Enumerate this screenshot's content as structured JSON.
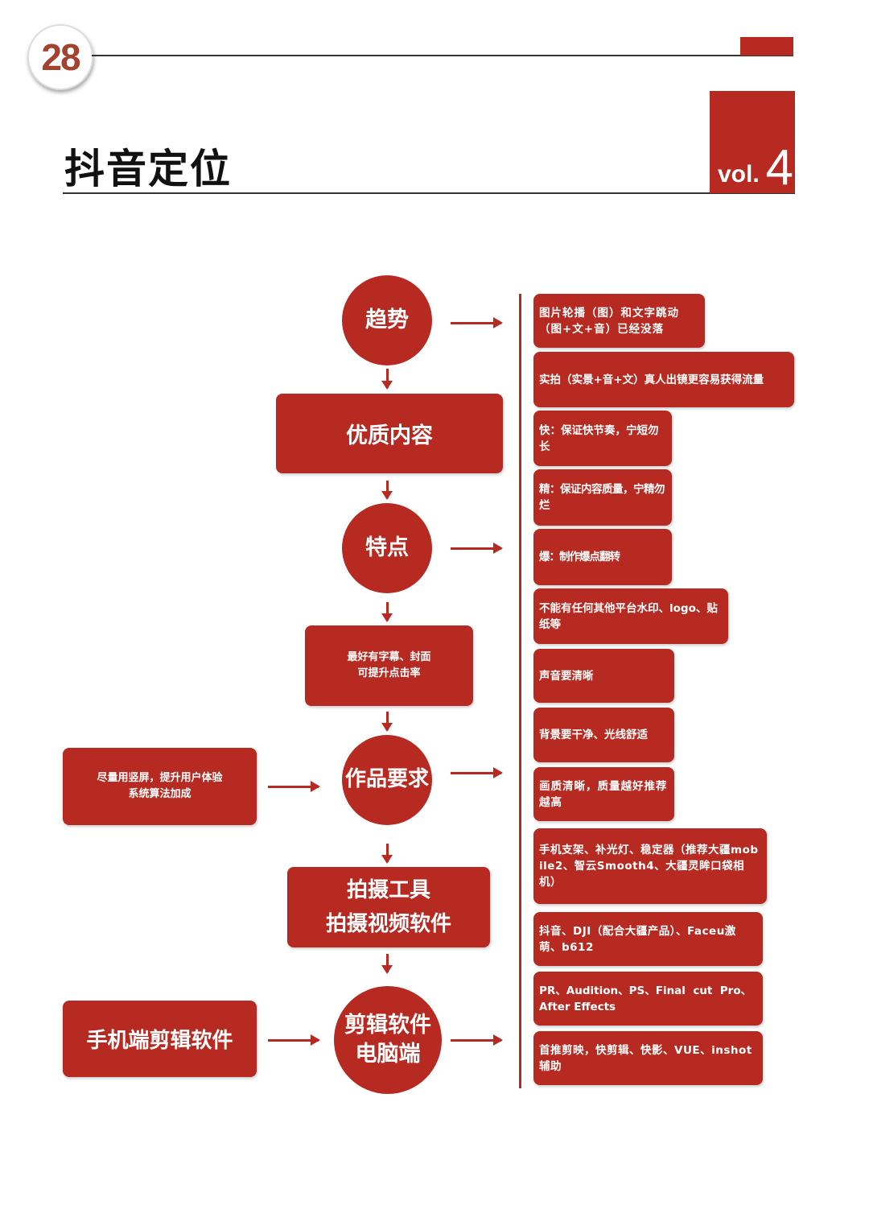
{
  "header": {
    "page_number": "28",
    "title": "抖音定位",
    "vol_label": "vol.",
    "vol_number": "4"
  },
  "flow": {
    "trend": "趋势",
    "quality": "优质内容",
    "features": "特点",
    "subtitle_tip": [
      "最好有字幕、封面",
      "可提升点击率"
    ],
    "requirements": "作品要求",
    "vertical_tip": [
      "尽量用竖屏，提升用户体验",
      "系统算法加成"
    ],
    "shooting": [
      "拍摄工具",
      "拍摄视频软件"
    ],
    "editing": [
      "剪辑软件",
      "电脑端"
    ],
    "mobile_editing": "手机端剪辑软件"
  },
  "details": [
    "图片轮播（图）和文字跳动（图+文+音）已经没落",
    "实拍（实景+音+文）真人出镜更容易获得流量",
    "快：保证快节奏，宁短勿长",
    "精：保证内容质量，宁精勿烂",
    "爆：制作爆点翻转",
    "不能有任何其他平台水印、logo、贴纸等",
    "声音要清晰",
    "背景要干净、光线舒适",
    "画质清晰，质量越好推荐越高",
    "手机支架、补光灯、稳定器（推荐大疆mobile2、智云Smooth4、大疆灵眸口袋相机）",
    "抖音、DJI（配合大疆产品）、Faceu激萌、b612",
    "PR、Audition、PS、Final  cut  Pro、After Effects",
    "首推剪映，快剪辑、快影、VUE、inshot辅助"
  ]
}
